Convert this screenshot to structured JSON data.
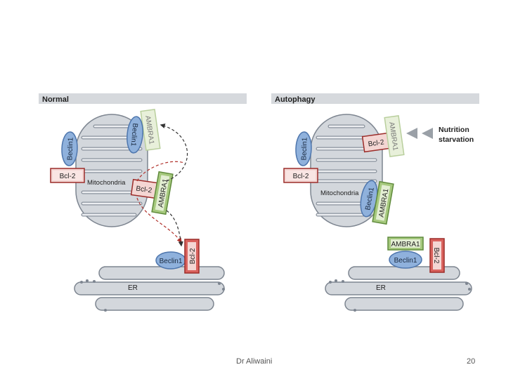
{
  "slide": {
    "author": "Dr Aliwaini",
    "page_number": "20"
  },
  "panels": {
    "normal": {
      "title": "Normal",
      "mitochondria_label": "Mitochondria",
      "er_label": "ER",
      "beclin_left": "Beclin1",
      "beclin_top": "Beclin1",
      "ambra_top": "AMBRA1",
      "bcl2_left": "Bcl-2",
      "bcl2_center": "Bcl-2",
      "ambra_center": "AMBRA1",
      "beclin_er": "Beclin1",
      "bcl2_er": "Bcl-2"
    },
    "autophagy": {
      "title": "Autophagy",
      "stimulus_line1": "Nutrition",
      "stimulus_line2": "starvation",
      "mitochondria_label": "Mitochondria",
      "er_label": "ER",
      "beclin_left": "Beclin1",
      "bcl2_left": "Bcl-2",
      "bcl2_top": "Bcl-2",
      "ambra_top": "AMBRA1",
      "beclin_bottom": "Beclin1",
      "ambra_bottom": "AMBRA1",
      "ambra_er": "AMBRA1",
      "beclin_er": "Beclin1",
      "bcl2_er": "Bcl-2"
    }
  },
  "colors": {
    "header_bar": "#d6d9dd",
    "mito_fill": "#d3d7dc",
    "mito_stroke": "#7d8590",
    "beclin_fill": "#8fb1dc",
    "beclin_stroke": "#4e76ad",
    "bcl2_fill": "#d9625d",
    "bcl2_stroke": "#9c2d2a",
    "bcl2_label_bg": "#f4d6d3",
    "ambra_fill": "#a6c97e",
    "ambra_stroke": "#5f8a3b",
    "ambra_label_bg": "#e3eed3",
    "ambra_faded_fill": "#e8f0da",
    "ambra_faded_stroke": "#b9cf9d",
    "arrow_dark": "#333333",
    "arrow_red": "#b0302a",
    "stimulus_arrow": "#9aa0a7"
  }
}
